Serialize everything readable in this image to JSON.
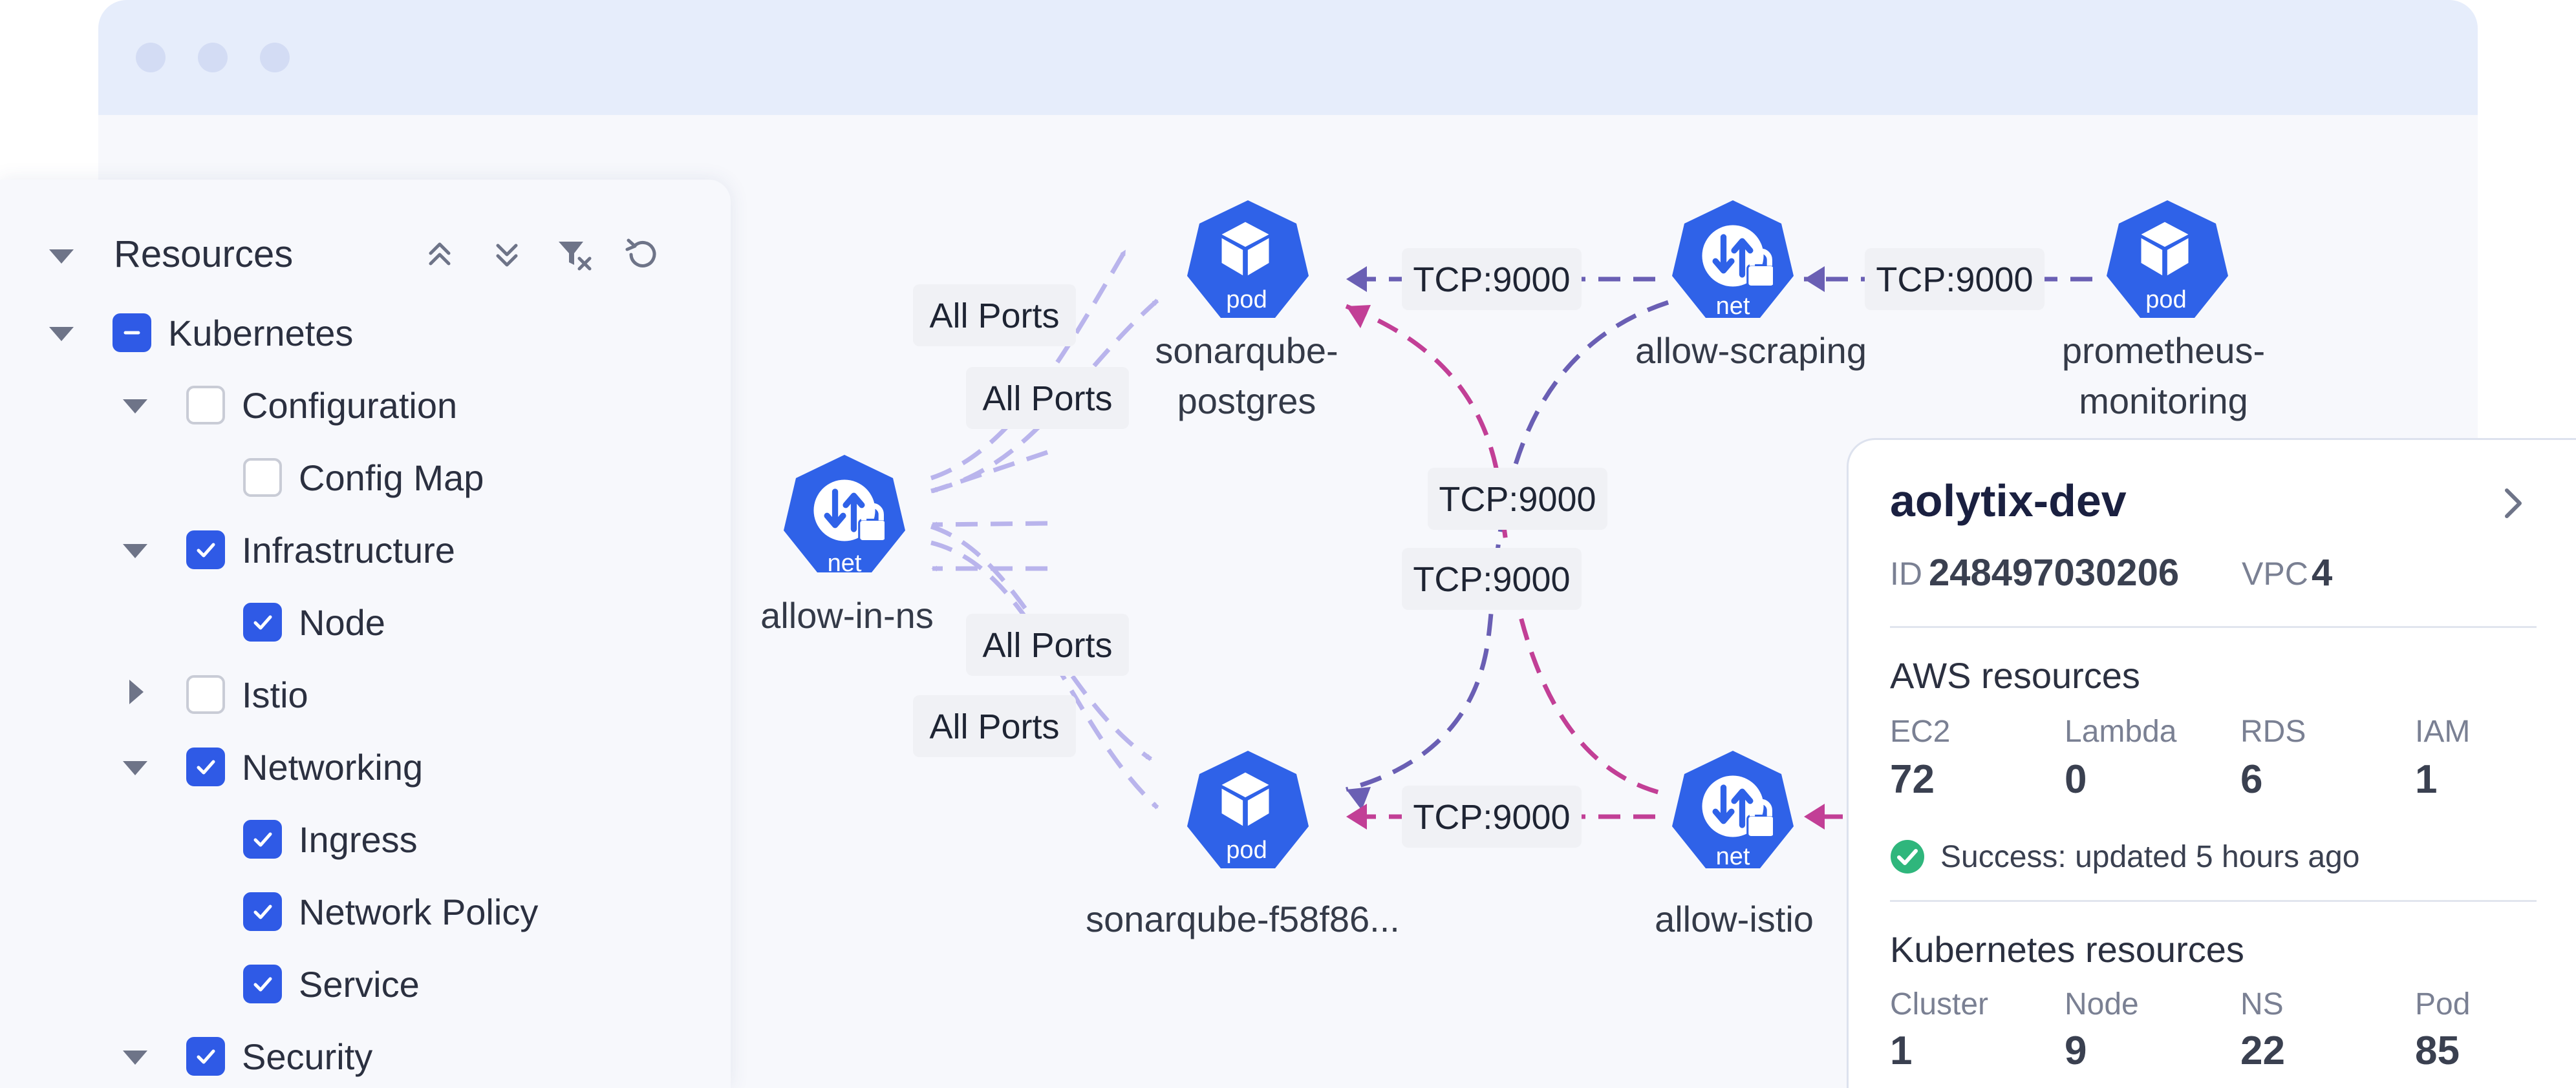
{
  "resources_panel": {
    "title": "Resources",
    "tree": [
      {
        "label": "Kubernetes",
        "state": "partial",
        "caret": "down"
      },
      {
        "label": "Configuration",
        "state": "unchecked",
        "caret": "down"
      },
      {
        "label": "Config Map",
        "state": "unchecked",
        "caret": "none"
      },
      {
        "label": "Infrastructure",
        "state": "checked",
        "caret": "down"
      },
      {
        "label": "Node",
        "state": "checked",
        "caret": "none"
      },
      {
        "label": "Istio",
        "state": "unchecked",
        "caret": "right"
      },
      {
        "label": "Networking",
        "state": "checked",
        "caret": "down"
      },
      {
        "label": "Ingress",
        "state": "checked",
        "caret": "none"
      },
      {
        "label": "Network Policy",
        "state": "checked",
        "caret": "none"
      },
      {
        "label": "Service",
        "state": "checked",
        "caret": "none"
      },
      {
        "label": "Security",
        "state": "checked",
        "caret": "down"
      }
    ]
  },
  "graph": {
    "nodes": [
      {
        "id": "sonarqube-postgres",
        "type": "pod",
        "label_lines": [
          "sonarqube-",
          "postgres"
        ]
      },
      {
        "id": "allow-scraping",
        "type": "net",
        "label_lines": [
          "allow-scraping"
        ]
      },
      {
        "id": "prometheus-monitoring",
        "type": "pod",
        "label_lines": [
          "prometheus-",
          "monitoring"
        ]
      },
      {
        "id": "allow-in-ns",
        "type": "net",
        "label_lines": [
          "allow-in-ns"
        ]
      },
      {
        "id": "sonarqube-f58f86",
        "type": "pod",
        "label_lines": [
          "sonarqube-f58f86..."
        ]
      },
      {
        "id": "allow-istio",
        "type": "net",
        "label_lines": [
          "allow-istio"
        ]
      }
    ],
    "edge_labels": [
      "TCP:9000",
      "TCP:9000",
      "All Ports",
      "All Ports",
      "TCP:9000",
      "TCP:9000",
      "All Ports",
      "All Ports",
      "TCP:9000"
    ]
  },
  "account_card": {
    "title": "aolytix-dev",
    "id_label": "ID",
    "id_value": "248497030206",
    "vpc_label": "VPC",
    "vpc_value": "4",
    "aws_title": "AWS resources",
    "aws": [
      {
        "label": "EC2",
        "value": "72"
      },
      {
        "label": "Lambda",
        "value": "0"
      },
      {
        "label": "RDS",
        "value": "6"
      },
      {
        "label": "IAM",
        "value": "1"
      }
    ],
    "status_text": "Success: updated 5 hours ago",
    "k8s_title": "Kubernetes resources",
    "k8s": [
      {
        "label": "Cluster",
        "value": "1"
      },
      {
        "label": "Node",
        "value": "9"
      },
      {
        "label": "NS",
        "value": "22"
      },
      {
        "label": "Pod",
        "value": "85"
      }
    ]
  },
  "colors": {
    "accent": "#2f5ae6",
    "node": "#2f62e8",
    "edge_light": "#b9b4ec",
    "edge_purple": "#6a5fb4",
    "edge_magenta": "#c23f96",
    "success": "#2fb67c"
  }
}
